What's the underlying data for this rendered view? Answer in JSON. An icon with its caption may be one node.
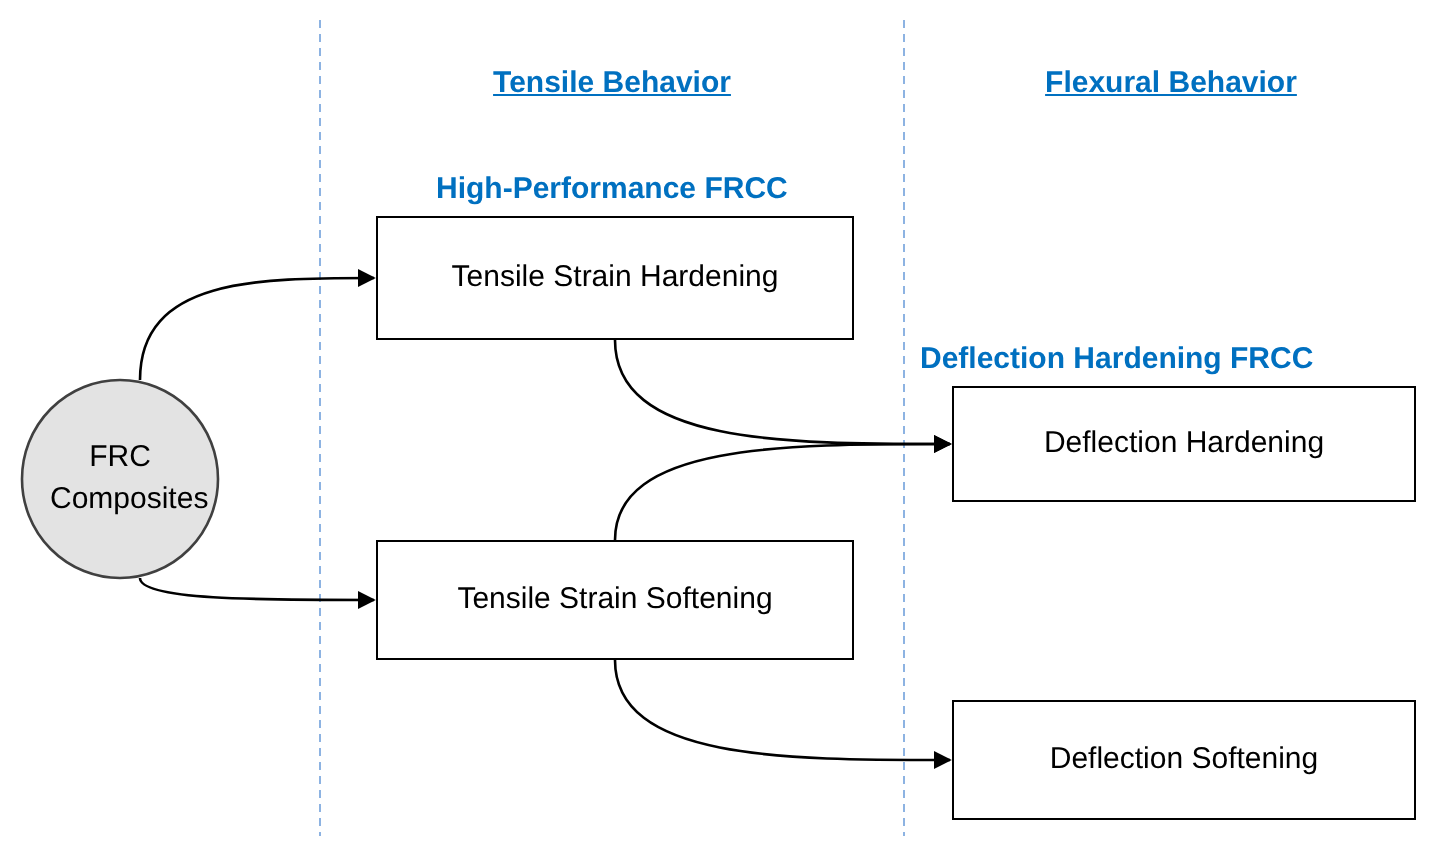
{
  "diagram": {
    "nodes": [
      {
        "text": [
          "FRC Composites"
        ]
      },
      {
        "text": [
          "Tensile Strain Hardening"
        ],
        "beside": [
          "High-Performance FRCC"
        ]
      },
      {
        "text": [
          "Tensile Strain Softening"
        ]
      },
      {
        "text": [
          "Deflection Hardening"
        ],
        "beside": [
          "Deflection Hardening FRCC"
        ]
      },
      {
        "text": [
          "Deflection Softening"
        ]
      }
    ],
    "edges": [
      {
        "from": 0,
        "to": 1,
        "arrow": "to"
      },
      {
        "from": 0,
        "to": 2,
        "arrow": "to"
      },
      {
        "from": 1,
        "to": 3,
        "arrow": "to"
      },
      {
        "from": 2,
        "to": 3,
        "arrow": "to"
      },
      {
        "from": 2,
        "to": 4,
        "arrow": "to"
      }
    ],
    "labels": [
      "Tensile Behavior",
      "Flexural Behavior"
    ]
  }
}
